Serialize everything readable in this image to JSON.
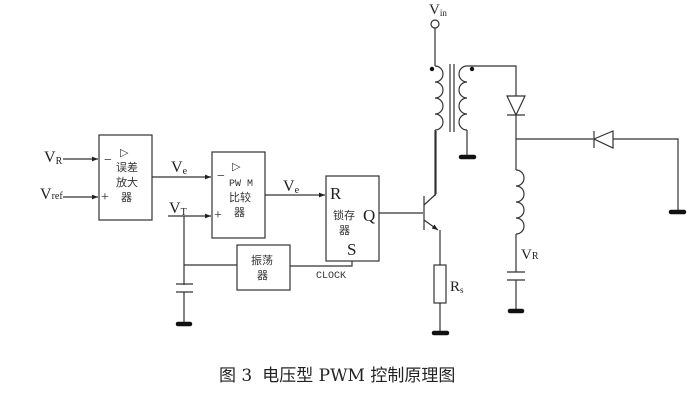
{
  "diagram": {
    "title": "电压型 PWM 控制原理图",
    "figure_number": "图 3",
    "blocks": {
      "error_amp": {
        "lines": [
          "误差",
          "放大",
          "器"
        ],
        "minus": "−",
        "plus": "+",
        "symbol": "▷"
      },
      "pwm_comparator": {
        "lines": [
          "PW M",
          "比较",
          "器"
        ],
        "minus": "−",
        "plus": "+",
        "symbol": "▷"
      },
      "latch": {
        "lines": [
          "锁存",
          "器"
        ],
        "pin_r": "R",
        "pin_q": "Q",
        "pin_s": "S"
      },
      "oscillator": {
        "lines": [
          "振荡",
          "器"
        ]
      }
    },
    "labels": {
      "vr_in": {
        "main": "V",
        "sub": "R"
      },
      "vref": {
        "main": "V",
        "sub": "ref"
      },
      "ve1": {
        "main": "V",
        "sub": "e"
      },
      "ve2": {
        "main": "V",
        "sub": "e"
      },
      "vt": {
        "main": "V",
        "sub": "T"
      },
      "vin": {
        "main": "V",
        "sub": "in"
      },
      "rs": {
        "main": "R",
        "sub": "s"
      },
      "vr_out": {
        "main": "V",
        "sub": "R"
      },
      "clock": "CLOCK"
    }
  }
}
